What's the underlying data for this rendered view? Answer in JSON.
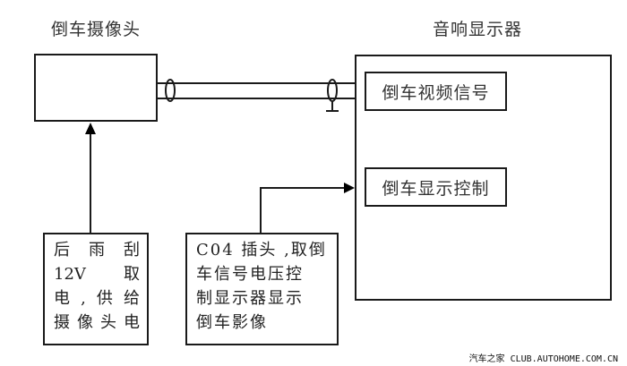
{
  "diagram": {
    "camera": {
      "title": "倒车摄像头"
    },
    "display": {
      "title": "音响显示器",
      "video_signal_label": "倒车视频信号",
      "display_control_label": "倒车显示控制"
    },
    "power_note": {
      "lines": [
        [
          "后",
          "雨",
          "刮"
        ],
        [
          "12V",
          "取"
        ],
        [
          "电",
          ",",
          "供",
          "给"
        ],
        [
          "摄",
          "像",
          "头",
          "电"
        ]
      ]
    },
    "control_note": {
      "lines": [
        "C04 插头 ,取倒",
        "车信号电压控",
        "制显示器显示",
        "倒车影像"
      ]
    },
    "connections": [
      {
        "from": "power_note",
        "to": "camera",
        "type": "arrow"
      },
      {
        "from": "control_note",
        "to": "display_control",
        "type": "arrow"
      },
      {
        "from": "camera",
        "to": "video_signal",
        "type": "shielded-cable"
      }
    ],
    "watermark": "汽车之家 CLUB.AUTOHOME.COM.CN"
  }
}
